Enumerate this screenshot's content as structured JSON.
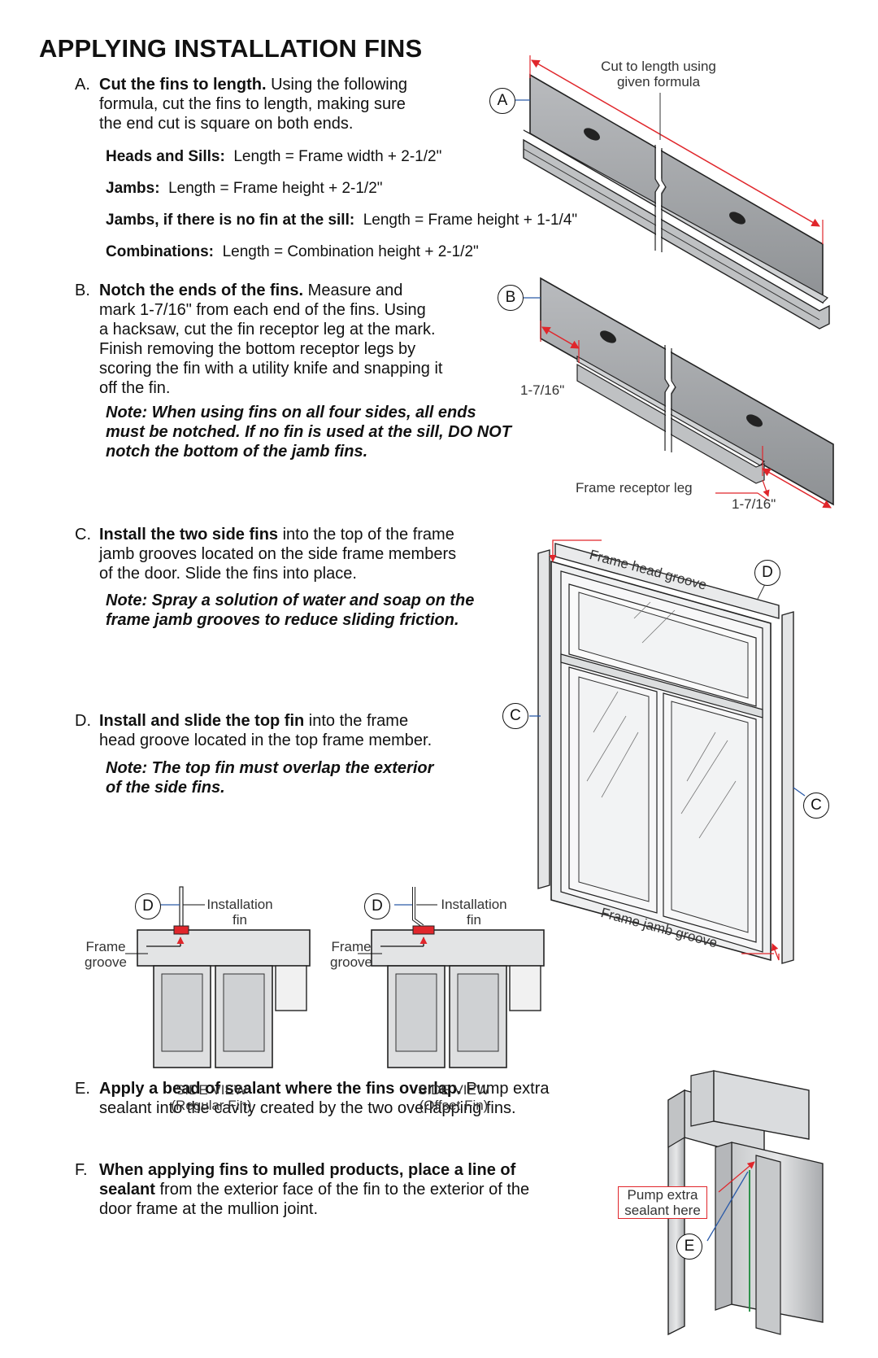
{
  "title": "APPLYING INSTALLATION FINS",
  "steps": {
    "a": {
      "letter": "A.",
      "bold": "Cut the fins to length.",
      "text1": " Using the following",
      "line2": "formula, cut the fins to length, making sure",
      "line3": "the end cut is square on both ends."
    },
    "b": {
      "letter": "B.",
      "bold": "Notch the ends of the fins.",
      "text1": " Measure and",
      "line2": "mark 1-7/16\" from each end of the fins. Using",
      "line3": "a hacksaw, cut the fin receptor leg at the mark.",
      "line4": "Finish removing the bottom receptor legs by",
      "line5": "scoring the fin with a utility knife and snapping it",
      "line6": "off the fin."
    },
    "c": {
      "letter": "C.",
      "bold": "Install the two side fins",
      "text1": " into the top of the frame",
      "line2": "jamb grooves located on the side frame members",
      "line3": "of the door. Slide the fins into place."
    },
    "d": {
      "letter": "D.",
      "bold": "Install and slide the top fin",
      "text1": " into the frame",
      "line2": "head groove located in the top frame member."
    },
    "e": {
      "letter": "E.",
      "bold": "Apply a bead of sealant where the fins overlap.",
      "text1": " Pump extra",
      "line2": "sealant into the cavity created by the two overlapping fins."
    },
    "f": {
      "letter": "F.",
      "bold": "When applying fins to mulled products, place a line of",
      "bold2": "sealant",
      "text1": " from the exterior face of the fin to the exterior of the",
      "line3": "door frame at the mullion joint."
    }
  },
  "formulas": [
    {
      "label": "Heads and Sills:",
      "value": "Length = Frame width + 2-1/2\""
    },
    {
      "label": "Jambs:",
      "value": "Length = Frame height + 2-1/2\""
    },
    {
      "label": "Jambs, if there is no fin at the sill:",
      "value": "Length = Frame height + 1-1/4\""
    },
    {
      "label": "Combinations:",
      "value": "Length = Combination height + 2-1/2\""
    }
  ],
  "notes": {
    "b_line1": "Note: When using fins on all four sides, all ends",
    "b_line2": "must be notched. If no fin is used at the sill, DO NOT",
    "b_line3": "notch the bottom of the jamb fins.",
    "c_line1": "Note: Spray a solution of water and soap on the",
    "c_line2": "frame jamb grooves to reduce sliding friction.",
    "d_line1": "Note: The top fin must overlap the exterior",
    "d_line2": "of the side fins."
  },
  "figure_labels": {
    "cut_line1": "Cut to length using",
    "cut_line2": "given formula",
    "measure_left": "1-7/16\"",
    "measure_right": "1-7/16\"",
    "receptor_leg": "Frame receptor leg",
    "head_groove": "Frame head groove",
    "jamb_groove": "Frame jamb groove",
    "install_fin1": "Installation",
    "install_fin2": "fin",
    "frame_groove1": "Frame",
    "frame_groove2": "groove",
    "side_view": "SIDE VIEW",
    "regular_fin": "(Regular Fin)",
    "offset_fin": "(Offset Fin)",
    "pump1": "Pump extra",
    "pump2": "sealant here"
  },
  "callouts": {
    "a": "A",
    "b": "B",
    "c": "C",
    "d": "D",
    "e": "E"
  },
  "colors": {
    "accent_red": "#e0262b",
    "callout_blue": "#2a5aa8",
    "fin_gray": "#a6a8ab",
    "frame_gray": "#d4d6d8"
  }
}
